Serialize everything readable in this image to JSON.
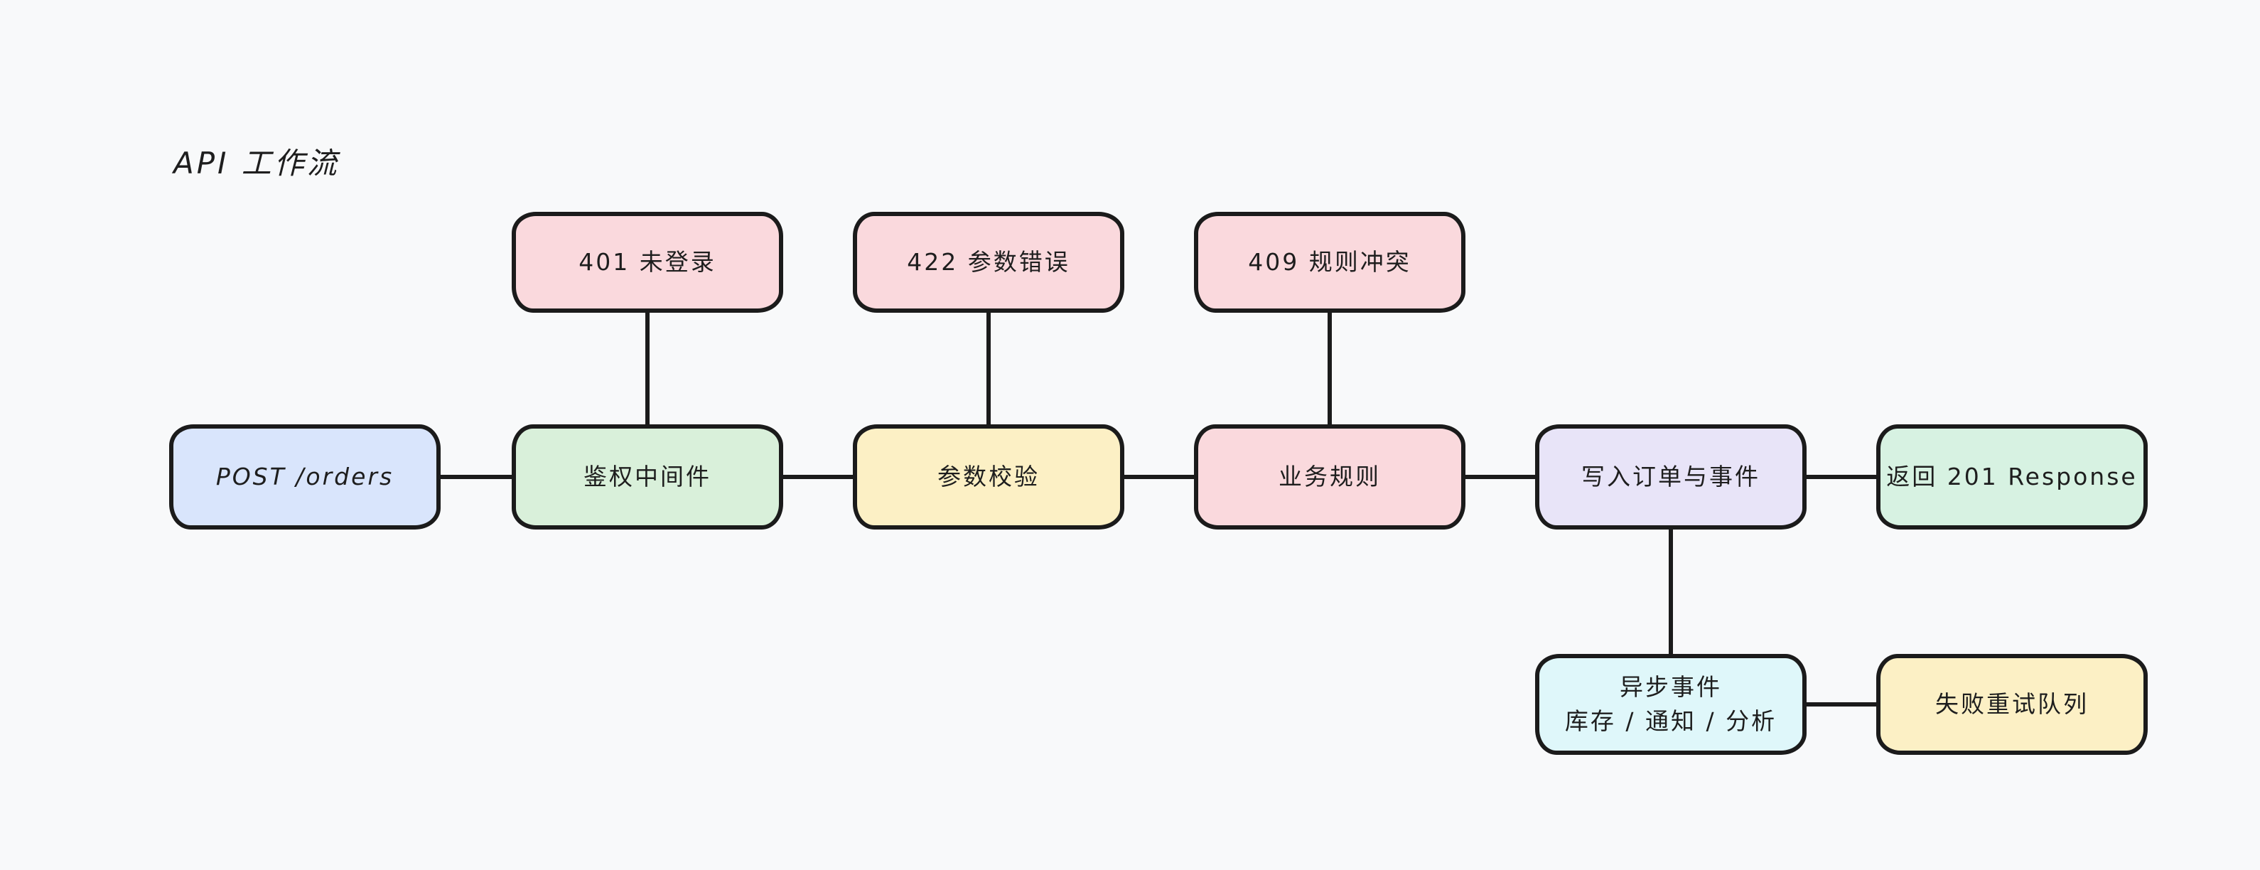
{
  "title": "API 工作流",
  "colors": {
    "background": "#f8f9fa",
    "stroke": "#1b1b1b",
    "text": "#1e1e1e",
    "pink": "#fad9dd",
    "blue": "#d9e5fc",
    "green": "#d9f0da",
    "yellow": "#fcf0c5",
    "purple": "#e8e4f8",
    "mint": "#d7f2e2",
    "cyan": "#dff7fa"
  },
  "nodes": {
    "err401": {
      "label": "401 未登录",
      "fill": "#fad9dd"
    },
    "err422": {
      "label": "422 参数错误",
      "fill": "#fad9dd"
    },
    "err409": {
      "label": "409 规则冲突",
      "fill": "#fad9dd"
    },
    "post_orders": {
      "label": "POST /orders",
      "fill": "#d9e5fc"
    },
    "auth_middleware": {
      "label": "鉴权中间件",
      "fill": "#d9f0da"
    },
    "param_validation": {
      "label": "参数校验",
      "fill": "#fcf0c5"
    },
    "business_rules": {
      "label": "业务规则",
      "fill": "#fad9dd"
    },
    "write_order_events": {
      "label": "写入订单与事件",
      "fill": "#e8e4f8"
    },
    "return_201": {
      "label": "返回 201 Response",
      "fill": "#d7f2e2"
    },
    "async_events": {
      "label": "异步事件",
      "sublabel": "库存 / 通知 / 分析",
      "fill": "#dff7fa"
    },
    "retry_queue": {
      "label": "失败重试队列",
      "fill": "#fcf0c5"
    }
  },
  "edges": [
    {
      "from": "post_orders",
      "to": "auth_middleware"
    },
    {
      "from": "auth_middleware",
      "to": "err401"
    },
    {
      "from": "auth_middleware",
      "to": "param_validation"
    },
    {
      "from": "param_validation",
      "to": "err422"
    },
    {
      "from": "param_validation",
      "to": "business_rules"
    },
    {
      "from": "business_rules",
      "to": "err409"
    },
    {
      "from": "business_rules",
      "to": "write_order_events"
    },
    {
      "from": "write_order_events",
      "to": "return_201"
    },
    {
      "from": "write_order_events",
      "to": "async_events"
    },
    {
      "from": "async_events",
      "to": "retry_queue"
    }
  ]
}
